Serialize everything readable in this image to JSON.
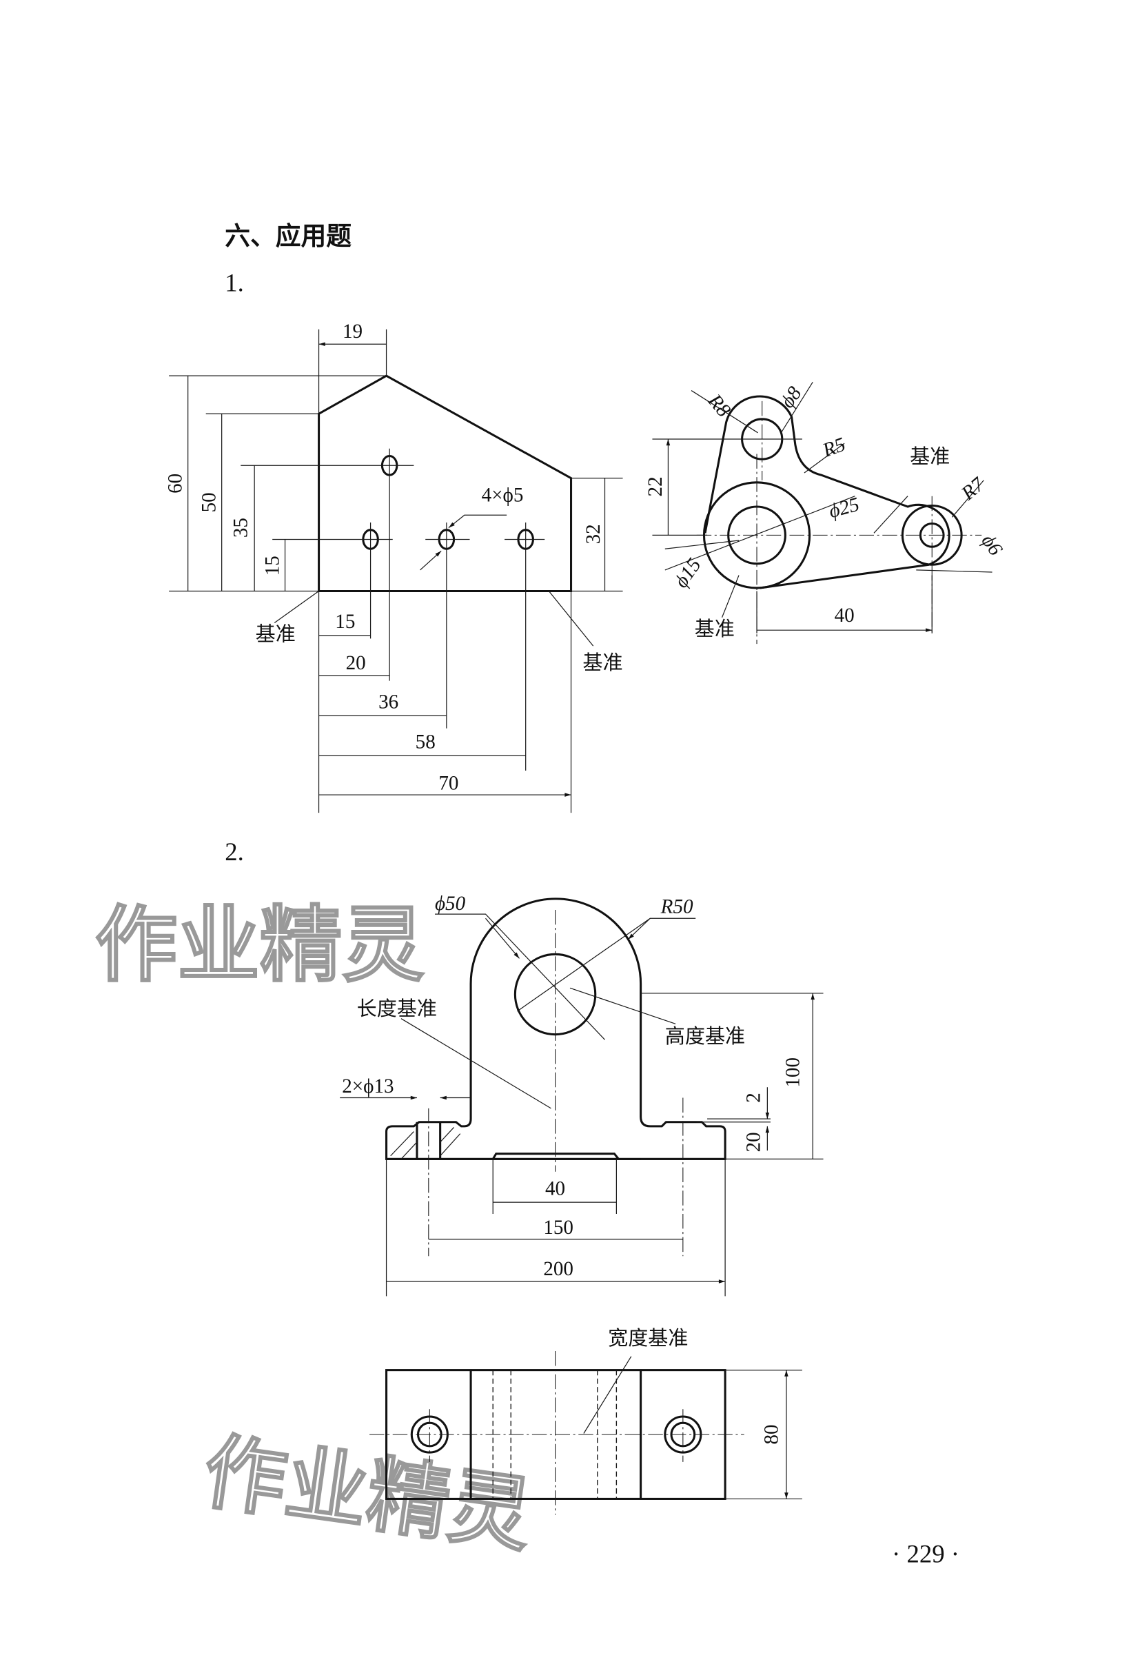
{
  "section_title": "六、应用题",
  "q1": {
    "number": "1.",
    "plate": {
      "dims": {
        "top_offset": "19",
        "h60": "60",
        "h50": "50",
        "h35": "35",
        "h15": "15",
        "h32": "32",
        "x15": "15",
        "x20": "20",
        "x36": "36",
        "x58": "58",
        "x70": "70"
      },
      "holes_label": "4×ϕ5",
      "datum_left": "基准",
      "datum_bottom": "基准"
    },
    "lever": {
      "r8": "R8",
      "d8": "ϕ8",
      "r5": "R5",
      "datum_right": "基准",
      "r7": "R7",
      "d25": "ϕ25",
      "d15": "ϕ15",
      "d6": "ϕ6",
      "h22": "22",
      "x40": "40",
      "datum_bottom": "基准"
    }
  },
  "q2": {
    "number": "2.",
    "front": {
      "d50": "ϕ50",
      "r50": "R50",
      "length_datum": "长度基准",
      "height_datum": "高度基准",
      "holes": "2×ϕ13",
      "h100": "100",
      "h2": "2",
      "h20": "20",
      "w40": "40",
      "w150": "150",
      "w200": "200"
    },
    "top": {
      "width_datum": "宽度基准",
      "h80": "80"
    }
  },
  "watermark": "作业精灵",
  "page_number": "· 229 ·"
}
